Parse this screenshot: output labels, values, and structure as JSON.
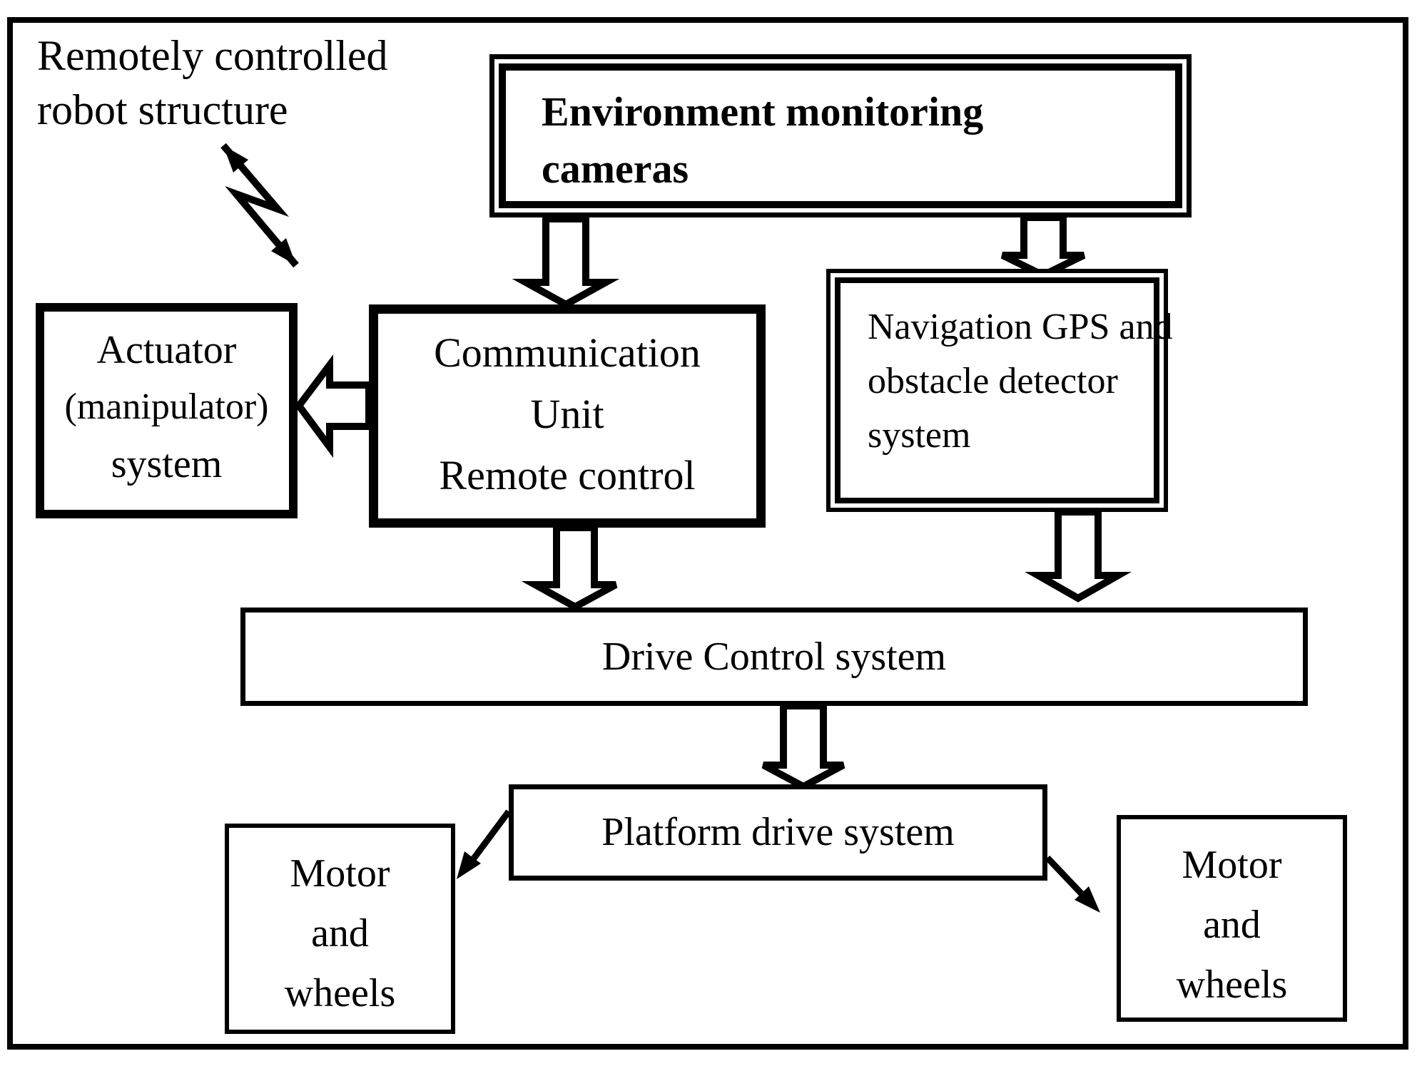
{
  "diagram": {
    "title": "Remotely controlled robot structure block diagram",
    "colors": {
      "ink": "#000000",
      "background": "#ffffff"
    },
    "frame_label": {
      "lines": [
        "Remotely controlled",
        "robot structure"
      ]
    },
    "boxes": {
      "environment": {
        "lines": [
          "Environment monitoring",
          "cameras"
        ]
      },
      "actuator": {
        "lines": [
          "Actuator",
          "(manipulator)",
          "system"
        ]
      },
      "communication": {
        "lines": [
          "Communication",
          "Unit",
          "Remote control"
        ]
      },
      "navigation": {
        "lines": [
          "Navigation GPS and",
          "obstacle detector",
          "system"
        ]
      },
      "drive_control": {
        "label": "Drive Control system"
      },
      "platform_drive": {
        "label": "Platform drive system"
      },
      "motor_left": {
        "lines": [
          "Motor",
          "and",
          "wheels"
        ]
      },
      "motor_right": {
        "lines": [
          "Motor",
          "and",
          "wheels"
        ]
      }
    }
  }
}
